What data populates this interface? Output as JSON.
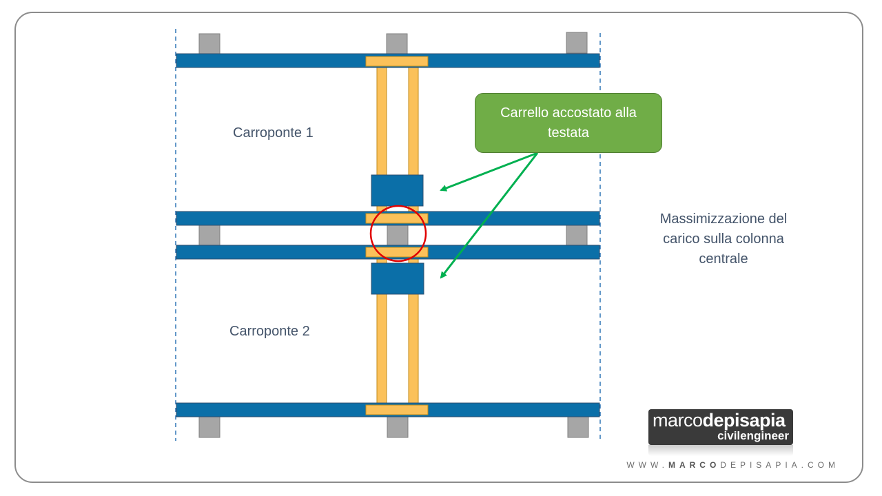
{
  "labels": {
    "crane_1": "Carroponte 1",
    "crane_2": "Carroponte 2",
    "note_line_1": "Massimizzazione del",
    "note_line_2": "carico sulla colonna",
    "note_line_3": "centrale"
  },
  "callout": {
    "line_1": "Carrello accostato alla",
    "line_2": "testata"
  },
  "logo": {
    "name_part_1": "marco",
    "name_part_2": "depisapia",
    "subtitle": "civilengineer",
    "website_part_1": "WWW.",
    "website_part_2": "MARCO",
    "website_part_3": "DEPISAPIA",
    "website_part_4": ".COM"
  },
  "colors": {
    "runway_beam": "#0b6fa8",
    "crane_girder": "#fbc15a",
    "column": "#a6a6a6",
    "trolley": "#0b6fa8",
    "callout_fill": "#70ad47",
    "arrow": "#00b050",
    "highlight_circle": "#e00000",
    "axis_line": "#2e75b6"
  }
}
